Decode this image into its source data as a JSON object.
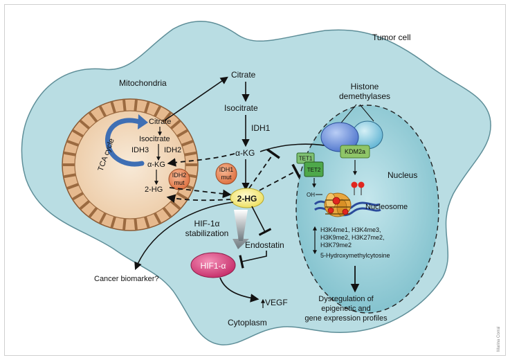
{
  "labels": {
    "tumor_cell": "Tumor cell",
    "mitochondria": "Mitochondria",
    "tca_cycle": "TCA cycle",
    "mito_citrate": "Citrate",
    "mito_isocitrate": "Isocitrate",
    "idh3": "IDH3",
    "idh2": "IDH2",
    "mito_akg": "α-KG",
    "mito_2hg": "2-HG",
    "idh2_mut_l1": "IDH2",
    "idh2_mut_l2": "mut",
    "cyto_citrate": "Citrate",
    "cyto_isocitrate": "Isocitrate",
    "idh1": "IDH1",
    "cyto_akg": "α-KG",
    "idh1_mut_l1": "IDH1",
    "idh1_mut_l2": "mut",
    "cyto_2hg": "2-HG",
    "hif_stab_l1": "HIF-1α",
    "hif_stab_l2": "stabilization",
    "endostatin": "Endostatin",
    "hif1a": "HIF1-α",
    "vegf": "VEGF",
    "cytoplasm": "Cytoplasm",
    "cancer_biomarker": "Cancer biomarker?",
    "histone_l1": "Histone",
    "histone_l2": "demethylases",
    "tet1": "TET1",
    "tet2": "TET2",
    "kdm2a": "KDM2a",
    "nucleus": "Nucleus",
    "oh": "OH",
    "nucleosome": "Nucleosome",
    "marks_l1": "H3K4me1, H3K4me3,",
    "marks_l2": "H3K9me2, H3K27me2,",
    "marks_l3": "H3K79me2",
    "hmc": "5-Hydroxymethylcytosine",
    "dysreg_l1": "Dysregulation of",
    "dysreg_l2": "epigenetic and",
    "dysreg_l3": "gene expression profiles",
    "credit": "Marina Corral"
  },
  "colors": {
    "cell_fill": "#b9dde3",
    "cell_stroke": "#5e8e98",
    "mito_outer": "#e6b98e",
    "mito_inner": "#f3ddc3",
    "nucleus_fill": "#9fd2db",
    "mut_orange": "#e8875a",
    "tca_arrow": "#3f6fb4",
    "two_hg_fill": "#f5ee86",
    "hif_pink": "#d94a82",
    "tet_green": "#4ea84a",
    "kdm_green": "#8fc568",
    "demethylase_blue": "#5e86d8",
    "red_mark": "#e0261f"
  }
}
